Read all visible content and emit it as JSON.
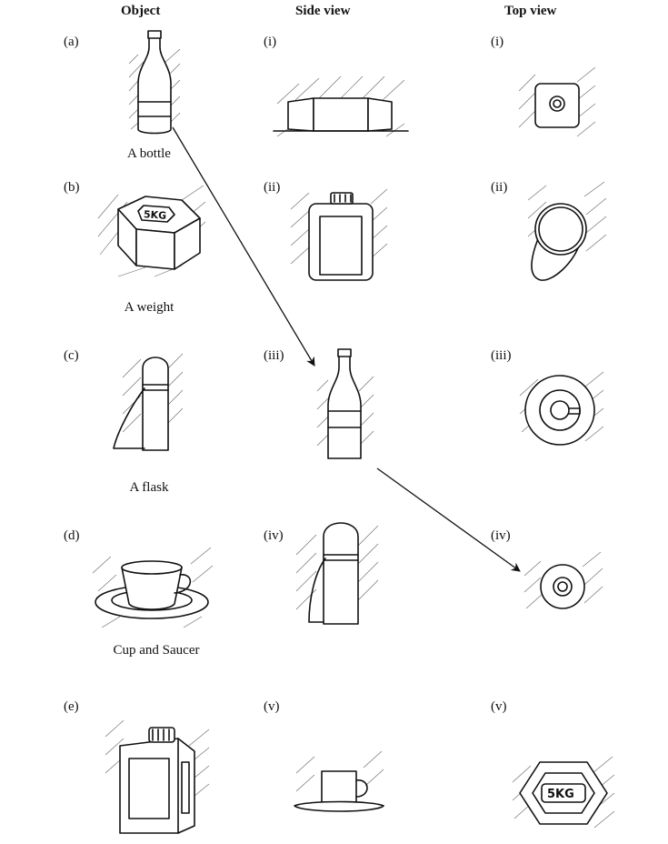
{
  "headers": {
    "object": "Object",
    "side": "Side view",
    "top": "Top view"
  },
  "objects": [
    {
      "label": "(a)",
      "caption": "A bottle",
      "icon": "bottle-icon"
    },
    {
      "label": "(b)",
      "caption": "A weight",
      "icon": "weight-icon"
    },
    {
      "label": "(c)",
      "caption": "A flask",
      "icon": "flask-icon"
    },
    {
      "label": "(d)",
      "caption": "Cup and Saucer",
      "icon": "cup-saucer-icon"
    },
    {
      "label": "(e)",
      "caption": "",
      "icon": "canister-icon"
    }
  ],
  "side_views": [
    {
      "label": "(i)",
      "icon": "weight-side-icon"
    },
    {
      "label": "(ii)",
      "icon": "canister-side-icon"
    },
    {
      "label": "(iii)",
      "icon": "bottle-side-icon"
    },
    {
      "label": "(iv)",
      "icon": "flask-side-icon"
    },
    {
      "label": "(v)",
      "icon": "cup-saucer-side-icon"
    }
  ],
  "top_views": [
    {
      "label": "(i)",
      "icon": "canister-top-icon"
    },
    {
      "label": "(ii)",
      "icon": "cup-top-icon"
    },
    {
      "label": "(iii)",
      "icon": "cup-saucer-top-icon"
    },
    {
      "label": "(iv)",
      "icon": "bottle-top-icon"
    },
    {
      "label": "(v)",
      "icon": "weight-top-icon"
    }
  ]
}
